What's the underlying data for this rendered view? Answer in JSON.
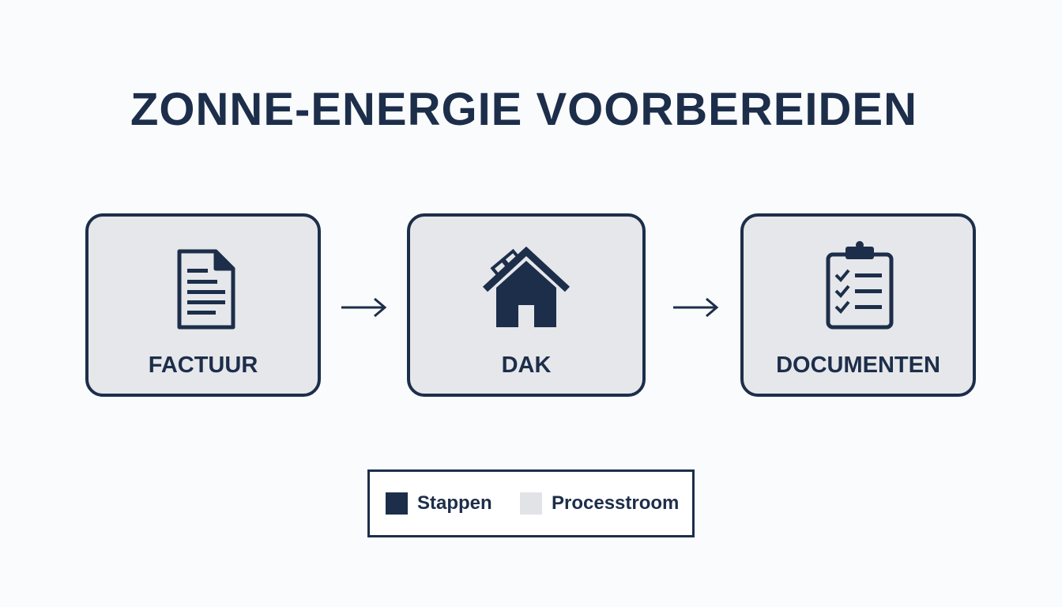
{
  "title": "ZONNE-ENERGIE VOORBEREIDEN",
  "steps": [
    {
      "label": "FACTUUR",
      "icon": "document-icon"
    },
    {
      "label": "DAK",
      "icon": "house-roof-icon"
    },
    {
      "label": "DOCUMENTEN",
      "icon": "clipboard-checklist-icon"
    }
  ],
  "legend": {
    "items": [
      {
        "label": "Stappen",
        "color": "#1c2e4a"
      },
      {
        "label": "Processtroom",
        "color": "#e1e3e7"
      }
    ]
  },
  "colors": {
    "primary": "#1c2e4a",
    "box_fill": "#e6e7ea",
    "background": "#fafbfc"
  }
}
